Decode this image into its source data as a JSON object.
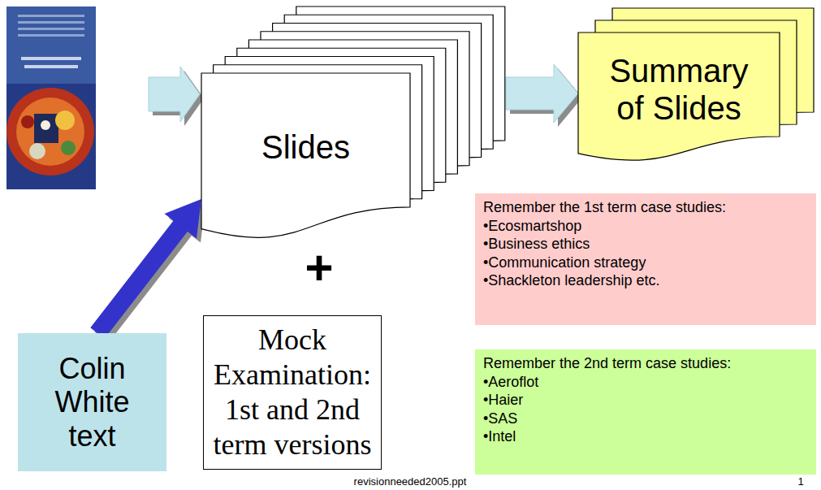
{
  "diagram": {
    "nodes": [
      {
        "text": [
          "Slides"
        ]
      },
      {
        "text": [
          "Summary of Slides"
        ]
      },
      {
        "text": [
          "Remember the 1st term case studies:",
          "•Ecosmartshop",
          "•Business ethics",
          "•Communication strategy",
          "•Shackleton leadership etc."
        ]
      },
      {
        "text": [
          "Colin White text"
        ]
      },
      {
        "text": [
          "Mock Examination: 1st and 2nd term versions"
        ]
      },
      {
        "text": [
          "Remember the 2nd term case studies:",
          "•Aeroflot",
          "•Haier",
          "•SAS",
          "•Intel"
        ]
      }
    ],
    "edges": [
      {
        "from": 3,
        "to": 0,
        "arrow": "to"
      },
      {
        "from": 0,
        "to": 1,
        "arrow": "to"
      }
    ],
    "labels": [
      "+",
      "revisionneeded2005.ppt",
      "1"
    ]
  }
}
